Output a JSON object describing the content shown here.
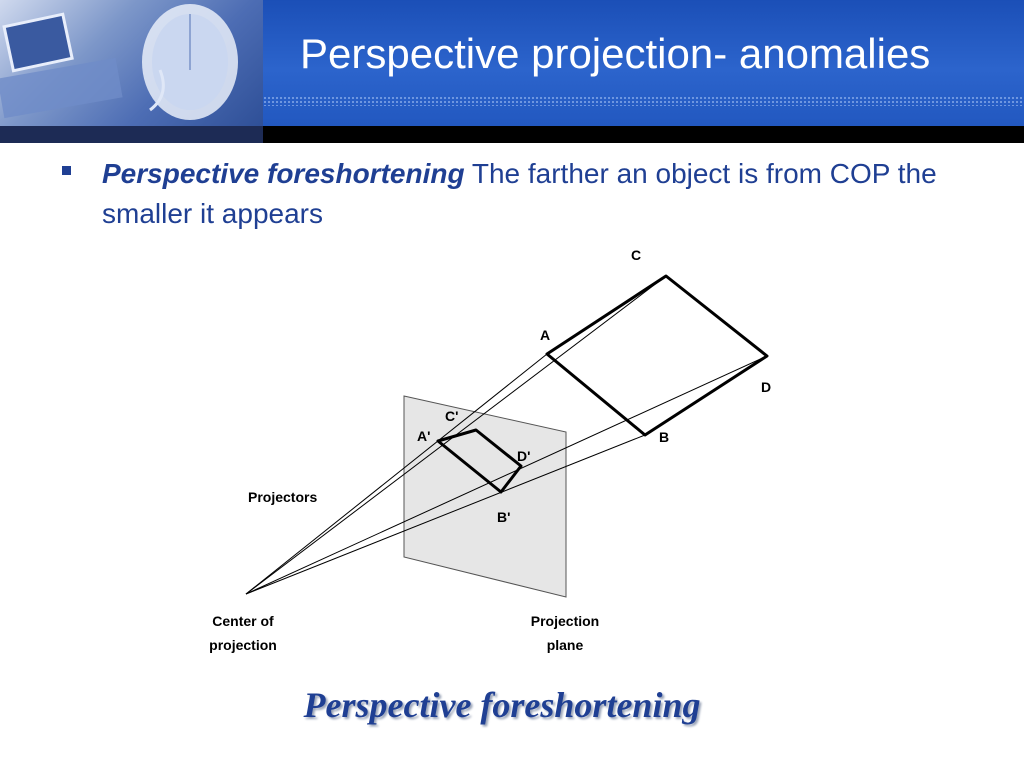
{
  "slide": {
    "title": "Perspective projection- anomalies",
    "bullet": {
      "emphasis": "Perspective foreshortening",
      "text": " The farther an object is from COP the smaller it appears"
    },
    "caption": "Perspective foreshortening"
  },
  "diagram": {
    "points": {
      "A": "A",
      "B": "B",
      "C": "C",
      "D": "D",
      "A_prime": "A'",
      "B_prime": "B'",
      "C_prime": "C'",
      "D_prime": "D'"
    },
    "labels": {
      "projectors": "Projectors",
      "center_line1": "Center of",
      "center_line2": "projection",
      "plane_line1": "Projection",
      "plane_line2": "plane"
    }
  },
  "colors": {
    "title_bar": "#2258c0",
    "text_blue": "#1f3f93",
    "plane_fill": "#e6e6e6"
  }
}
